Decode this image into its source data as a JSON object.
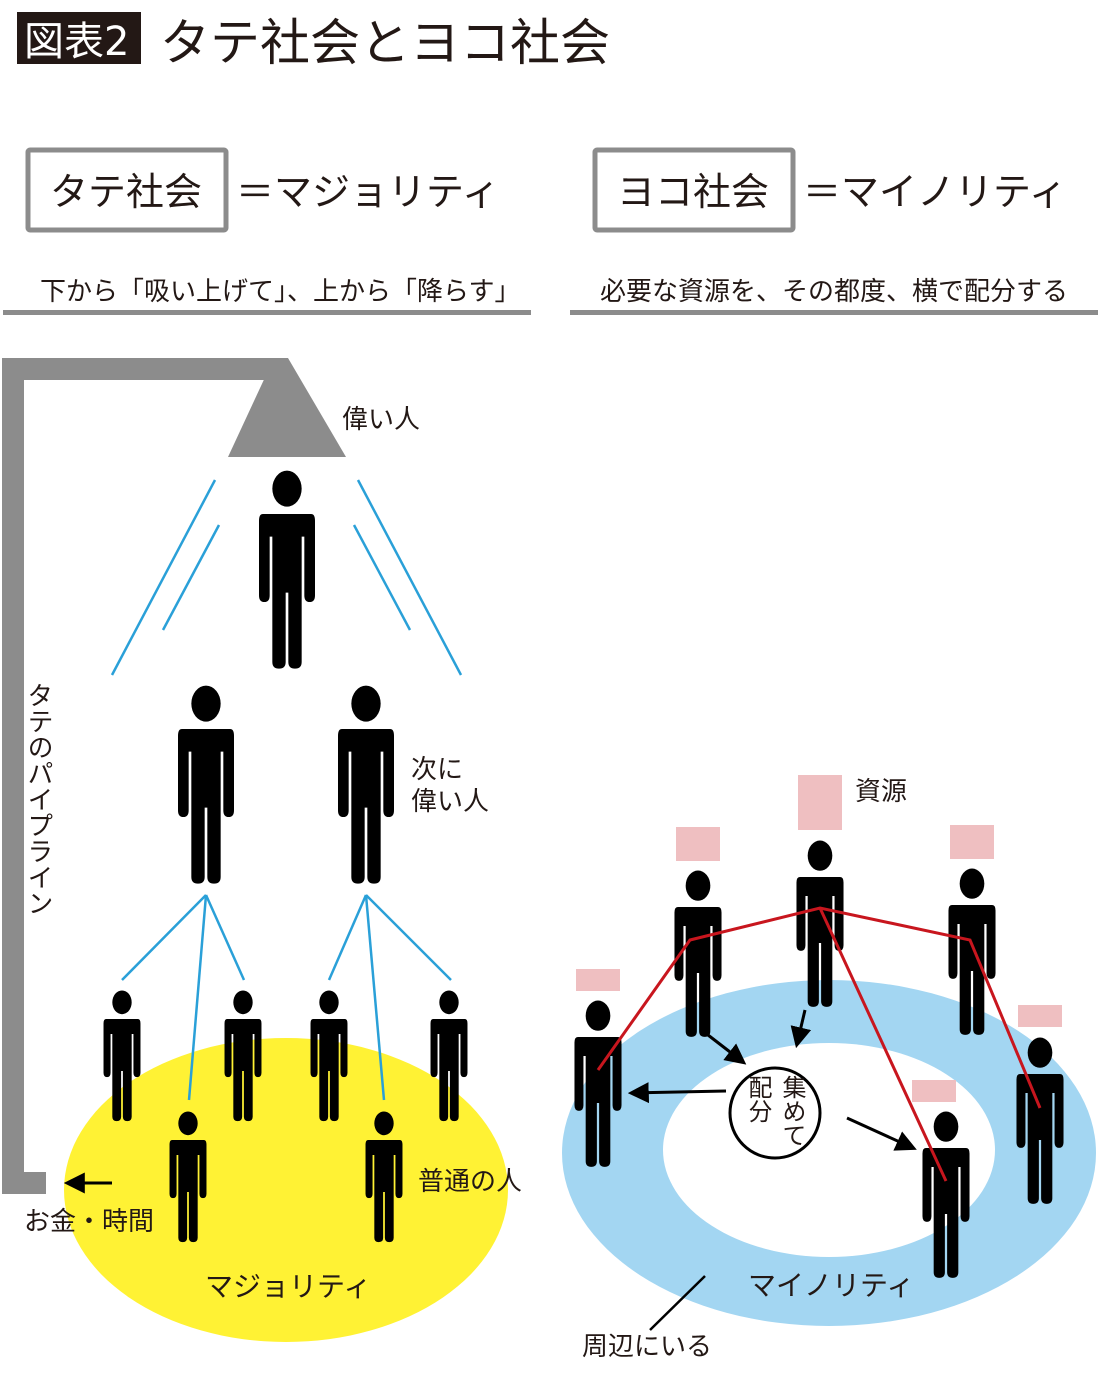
{
  "header": {
    "badge": "図表2",
    "title": "タテ社会とヨコ社会"
  },
  "colors": {
    "pipe_gray": "#8c8c8c",
    "rain_blue": "#2aa0d8",
    "majority_yellow": "#fff234",
    "minority_blue": "#a3d6f2",
    "resource_pink": "#efbfc1",
    "link_red": "#c8161e",
    "figure_black": "#000000"
  },
  "left_panel": {
    "box_label": "タテ社会",
    "equals_label": "＝マジョリティ",
    "subtitle": "下から「吸い上げて」、上から「降らす」",
    "top_person_label": "偉い人",
    "second_line1": "次に",
    "second_line2": "偉い人",
    "pipeline_label": "タテのパイプライン",
    "money_time_label": "お金・時間",
    "common_people_label": "普通の人",
    "majority_label": "マジョリティ"
  },
  "right_panel": {
    "box_label": "ヨコ社会",
    "equals_label": "＝マイノリティ",
    "subtitle": "必要な資源を、その都度、横で配分する",
    "resource_label": "資源",
    "hub_col1": "配分",
    "hub_col2": "集めて",
    "minority_label": "マイノリティ",
    "periphery_label": "周辺にいる"
  }
}
